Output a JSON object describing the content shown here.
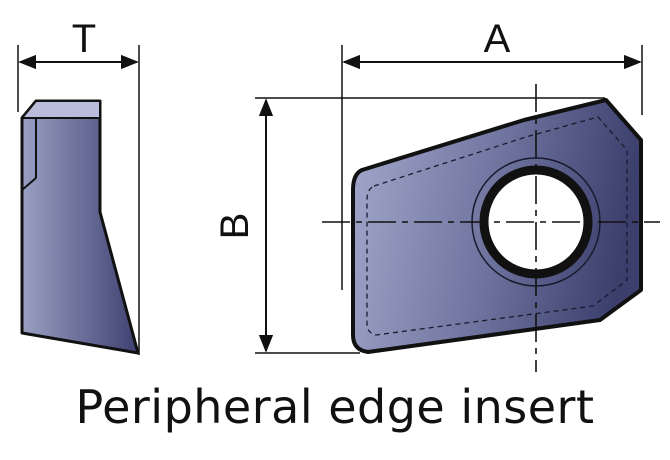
{
  "caption": "Peripheral edge insert",
  "dimensions": {
    "thickness_label": "T",
    "width_label": "A",
    "height_label": "B"
  },
  "colors": {
    "insert_fill_light": "#9aa0c4",
    "insert_fill_dark": "#3e4170",
    "outline": "#111111",
    "line": "#111111",
    "background": "#ffffff"
  }
}
